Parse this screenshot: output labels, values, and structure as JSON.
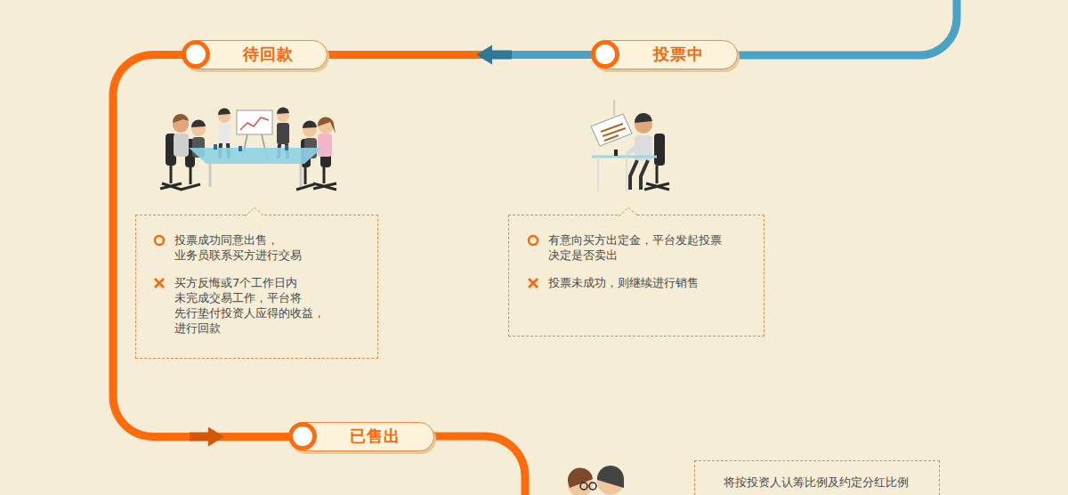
{
  "diagram": {
    "nodes": [
      {
        "text": [
          "投票中"
        ]
      },
      {
        "text": [
          "有意向买方出定金，平台发起投票 决定是否卖出",
          "投票未成功，则继续进行销售"
        ]
      },
      {
        "text": [
          "待回款"
        ]
      },
      {
        "text": [
          "投票成功同意出售， 业务员联系买方进行交易",
          "买方反悔或7个工作日内 未完成交易工作，平台将 先行垫付投资人应得的收益， 进行回款"
        ]
      },
      {
        "text": [
          "已售出"
        ]
      },
      {
        "text": [
          "将按投资人认筹比例及约定分红比例"
        ]
      }
    ],
    "edges": [
      {
        "from": 0,
        "to": 2,
        "arrow": "to"
      },
      {
        "from": 2,
        "to": 4,
        "arrow": "to"
      }
    ]
  }
}
